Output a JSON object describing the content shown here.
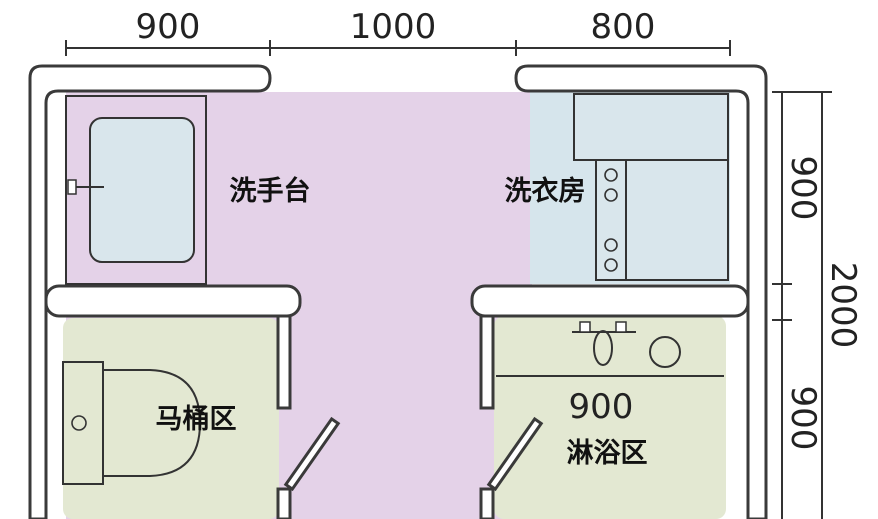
{
  "colors": {
    "pink": "#e4d2e8",
    "blue": "#d6e5ec",
    "green": "#e3e8d2",
    "wall_outline": "#3a3a3a",
    "fixture_fill": "#d9e6ec"
  },
  "dimensions": {
    "top": [
      "900",
      "1000",
      "800"
    ],
    "right_segments": [
      "900",
      "900"
    ],
    "right_total": "2000",
    "shower_width": "900"
  },
  "rooms": {
    "sink": "洗手台",
    "laundry": "洗衣房",
    "toilet": "马桶区",
    "shower": "淋浴区"
  }
}
